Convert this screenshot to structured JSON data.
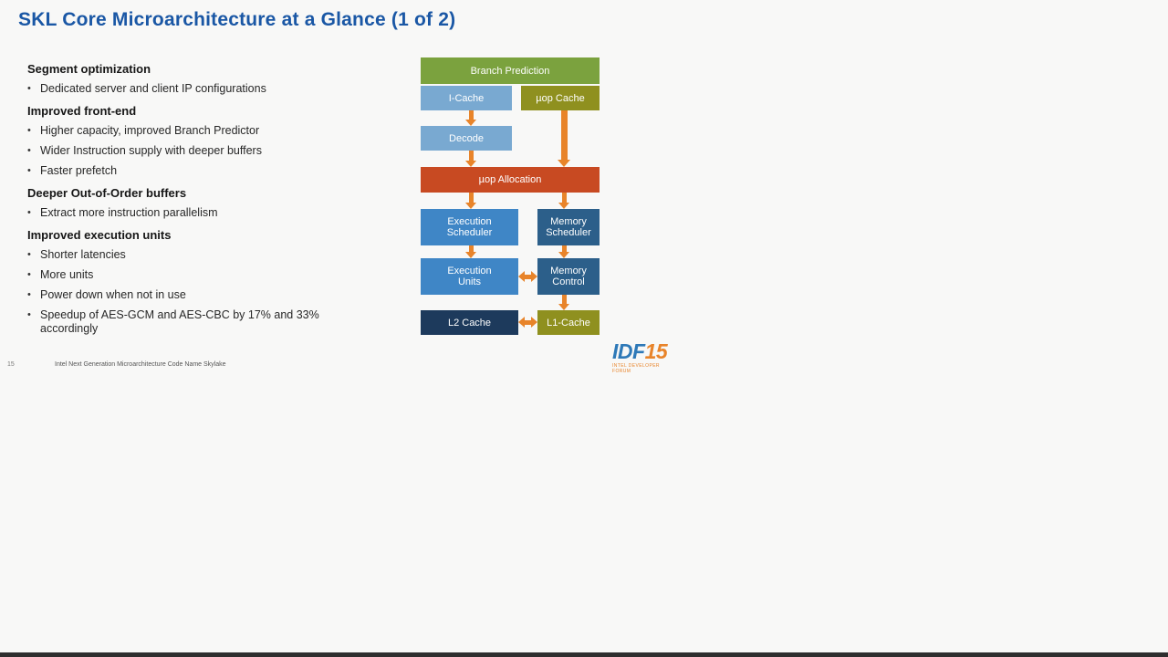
{
  "slide": {
    "title": "SKL Core Microarchitecture at a Glance (1 of 2)",
    "sections": [
      {
        "heading": "Segment optimization",
        "bullets": [
          "Dedicated server and client IP configurations"
        ]
      },
      {
        "heading": "Improved front-end",
        "bullets": [
          "Higher capacity, improved Branch Predictor",
          "Wider Instruction supply with deeper buffers",
          "Faster prefetch"
        ]
      },
      {
        "heading": "Deeper Out-of-Order buffers",
        "bullets": [
          "Extract more instruction parallelism"
        ]
      },
      {
        "heading": "Improved execution units",
        "bullets": [
          "Shorter latencies",
          "More units",
          "Power down when not in use",
          "Speedup of AES-GCM and AES-CBC  by 17% and 33% accordingly"
        ]
      }
    ],
    "footer": {
      "page_number": "15",
      "text": "Intel Next Generation Microarchitecture Code Name Skylake"
    },
    "logo": {
      "idf": "IDF",
      "num": "15",
      "sub": "INTEL DEVELOPER FORUM"
    }
  },
  "diagram": {
    "nodes": [
      {
        "id": "branch-prediction",
        "label": "Branch Prediction",
        "color": "#7BA23E"
      },
      {
        "id": "i-cache",
        "label": "I-Cache",
        "color": "#79A9D1"
      },
      {
        "id": "uop-cache",
        "label": "µop Cache",
        "color": "#8F901F"
      },
      {
        "id": "decode",
        "label": "Decode",
        "color": "#79A9D1"
      },
      {
        "id": "uop-allocation",
        "label": "µop Allocation",
        "color": "#C84A22"
      },
      {
        "id": "execution-scheduler",
        "label": "Execution Scheduler",
        "color": "#3F86C6"
      },
      {
        "id": "memory-scheduler",
        "label": "Memory Scheduler",
        "color": "#2C5F8A"
      },
      {
        "id": "execution-units",
        "label": "Execution Units",
        "color": "#3F86C6"
      },
      {
        "id": "memory-control",
        "label": "Memory Control",
        "color": "#2C5F8A"
      },
      {
        "id": "l2-cache",
        "label": "L2 Cache",
        "color": "#1D3A5C"
      },
      {
        "id": "l1-cache",
        "label": "L1-Cache",
        "color": "#8F901F"
      }
    ]
  },
  "colors": {
    "title_blue": "#1A57A5",
    "arrow_orange": "#E8842A",
    "background": "#F8F8F7"
  }
}
